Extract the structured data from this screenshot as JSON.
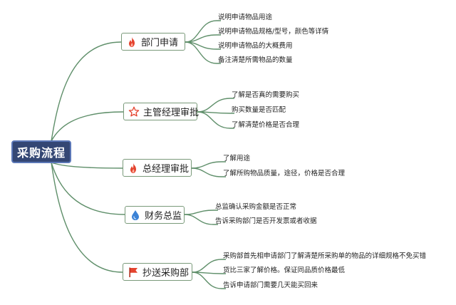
{
  "root": {
    "label": "采购流程"
  },
  "colors": {
    "line": "#5f8f6a",
    "root_fill": "#344774",
    "fire": "#e4432e",
    "star": "#e4432e",
    "drop": "#3b82d6",
    "flag": "#e4432e"
  },
  "branches": [
    {
      "label": "部门申请",
      "icon": "fire-icon",
      "leaves": [
        "说明申请物品用途",
        "说明申请物品规格/型号，颜色等详情",
        "说明申请物品的大概费用",
        "备注清楚所需物品的数量"
      ]
    },
    {
      "label": "主管经理审批",
      "icon": "star-icon",
      "leaves": [
        "了解是否真的需要购买",
        "购买数量是否匹配",
        "了解清楚价格是否合理"
      ]
    },
    {
      "label": "总经理审批",
      "icon": "fire-icon",
      "leaves": [
        "了解用途",
        "了解所购物品质量，途径，价格是否合理"
      ]
    },
    {
      "label": "财务总监",
      "icon": "drop-icon",
      "leaves": [
        "总监确认采购金额是否正常",
        "告诉采购部门是否开发票或者收据"
      ]
    },
    {
      "label": "抄送采购部",
      "icon": "flag-icon",
      "leaves": [
        "采购部首先相申请部门了解清楚所采购单的物品的详细规格不免买错",
        "货比三家了解价格。保证同品质价格最低",
        "告诉申请部门需要几天能买回来"
      ]
    }
  ]
}
